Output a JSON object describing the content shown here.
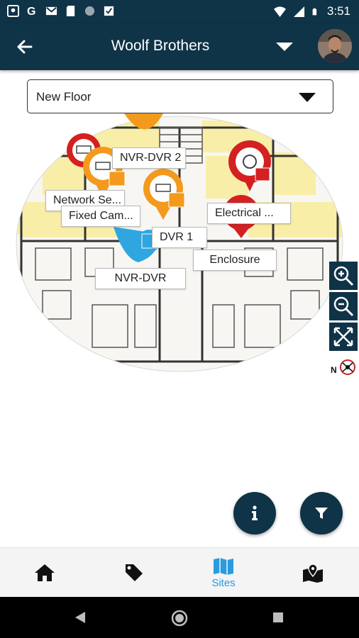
{
  "status_bar": {
    "time": "3:51",
    "left_icons": [
      "location-icon",
      "google-icon",
      "gmail-icon",
      "sd-card-icon",
      "dot-icon",
      "ticket-icon"
    ],
    "right_icons": [
      "wifi-icon",
      "signal-icon",
      "battery-icon"
    ]
  },
  "app_bar": {
    "title": "Woolf Brothers",
    "back_icon": "arrow-back-icon",
    "dropdown_icon": "caret-down-icon"
  },
  "floor_selector": {
    "value": "New Floor"
  },
  "map": {
    "labels": [
      {
        "id": "nvr-dvr-2",
        "text": "NVR-DVR 2"
      },
      {
        "id": "network-se",
        "text": "Network Se..."
      },
      {
        "id": "fixed-cam",
        "text": "Fixed Cam..."
      },
      {
        "id": "dvr-1",
        "text": "DVR 1"
      },
      {
        "id": "nvr-dvr",
        "text": "NVR-DVR"
      },
      {
        "id": "electrical",
        "text": "Electrical ..."
      },
      {
        "id": "enclosure",
        "text": "Enclosure"
      }
    ],
    "marker_colors": {
      "red": "#d42020",
      "orange": "#f39a1e",
      "blue": "#2fa6e0"
    },
    "compass_label": "N"
  },
  "zoom_controls": [
    "zoom-in-icon",
    "zoom-out-icon",
    "fit-screen-icon"
  ],
  "fabs": {
    "info_icon": "info-icon",
    "filter_icon": "filter-icon"
  },
  "bottom_nav": {
    "items": [
      {
        "icon": "home-icon",
        "label": ""
      },
      {
        "icon": "tag-icon",
        "label": ""
      },
      {
        "icon": "map-icon",
        "label": "Sites",
        "active": true
      },
      {
        "icon": "map-pin-icon",
        "label": ""
      }
    ]
  },
  "colors": {
    "primary": "#0f3347",
    "accent": "#2a9be0"
  }
}
